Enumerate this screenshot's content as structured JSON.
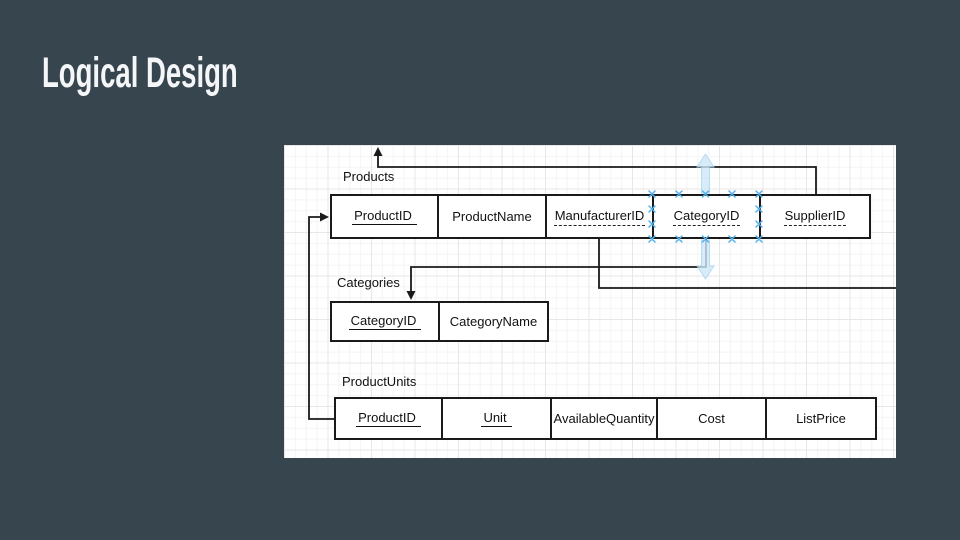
{
  "slide": {
    "title": "Logical Design",
    "background_color": "#36454E",
    "title_color": "#F4F6F7"
  },
  "diagram": {
    "colors": {
      "canvas": "#FFFFFF",
      "grid_minor": "#F4F4F4",
      "grid_major": "#E7E7E7",
      "stroke": "#1A1A1A",
      "selection_handle": "#53B2EC",
      "selection_arrow_fill": "#CFE7F8",
      "selection_arrow_edge": "#A6D3F2"
    },
    "tables": [
      {
        "name": "Products",
        "columns": [
          {
            "label": "ProductID",
            "key": "primary"
          },
          {
            "label": "ProductName",
            "key": "none"
          },
          {
            "label": "ManufacturerID",
            "key": "foreign"
          },
          {
            "label": "CategoryID",
            "key": "foreign",
            "selected": true
          },
          {
            "label": "SupplierID",
            "key": "foreign"
          }
        ]
      },
      {
        "name": "Categories",
        "columns": [
          {
            "label": "CategoryID",
            "key": "primary"
          },
          {
            "label": "CategoryName",
            "key": "none"
          }
        ]
      },
      {
        "name": "ProductUnits",
        "columns": [
          {
            "label": "ProductID",
            "key": "primary"
          },
          {
            "label": "Unit",
            "key": "primary"
          },
          {
            "label": "AvailableQuantity",
            "key": "none"
          },
          {
            "label": "Cost",
            "key": "none"
          },
          {
            "label": "ListPrice",
            "key": "none"
          }
        ]
      }
    ]
  }
}
